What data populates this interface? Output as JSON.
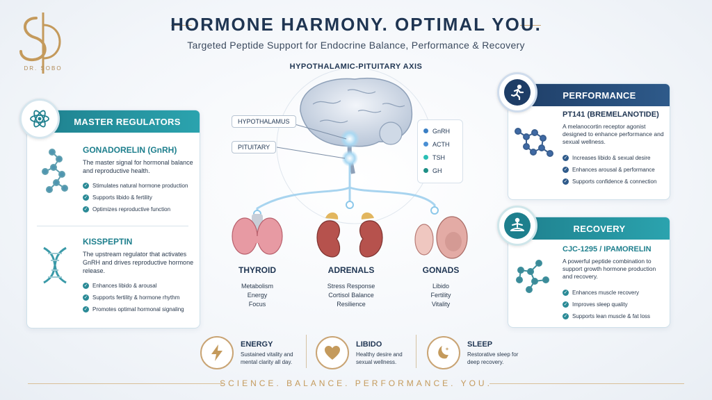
{
  "brand": {
    "name": "DR. SOBO"
  },
  "header": {
    "title": "HORMONE HARMONY. OPTIMAL YOU.",
    "subtitle": "Targeted Peptide Support for Endocrine Balance, Performance & Recovery"
  },
  "axis": {
    "title": "HYPOTHALAMIC-PITUITARY AXIS",
    "labels": {
      "hypothalamus": "HYPOTHALAMUS",
      "pituitary": "PITUITARY"
    },
    "legend": [
      {
        "label": "GnRH",
        "color": "#3b7fc4"
      },
      {
        "label": "ACTH",
        "color": "#4a8fd4"
      },
      {
        "label": "TSH",
        "color": "#2bbfb5"
      },
      {
        "label": "GH",
        "color": "#1e8f86"
      }
    ]
  },
  "organs": [
    {
      "name": "THYROID",
      "details": [
        "Metabolism",
        "Energy",
        "Focus"
      ]
    },
    {
      "name": "ADRENALS",
      "details": [
        "Stress Response",
        "Cortisol Balance",
        "Resilience"
      ]
    },
    {
      "name": "GONADS",
      "details": [
        "Libido",
        "Fertility",
        "Vitality"
      ]
    }
  ],
  "master": {
    "banner": "MASTER REGULATORS",
    "icon": "atom-icon",
    "items": [
      {
        "title": "GONADORELIN (GnRH)",
        "desc": "The master signal for hormonal balance and reproductive health.",
        "bullets": [
          "Stimulates natural hormone production",
          "Supports libido & fertility",
          "Optimizes reproductive function"
        ]
      },
      {
        "title": "KISSPEPTIN",
        "desc": "The upstream regulator that activates GnRH and drives reproductive hormone release.",
        "bullets": [
          "Enhances libido & arousal",
          "Supports fertility & hormone rhythm",
          "Promotes optimal hormonal signaling"
        ]
      }
    ]
  },
  "performance": {
    "banner": "PERFORMANCE",
    "icon": "running-icon",
    "title": "PT141 (BREMELANOTIDE)",
    "desc": "A melanocortin receptor agonist designed to enhance performance and sexual wellness.",
    "bullets": [
      "Increases libido & sexual desire",
      "Enhances arousal & performance",
      "Supports confidence & connection"
    ]
  },
  "recovery": {
    "banner": "RECOVERY",
    "icon": "meditation-icon",
    "title": "CJC-1295 / IPAMORELIN",
    "desc": "A powerful peptide combination to support growth hormone production and recovery.",
    "bullets": [
      "Enhances muscle recovery",
      "Improves sleep quality",
      "Supports lean muscle & fat loss"
    ]
  },
  "benefits": [
    {
      "title": "ENERGY",
      "desc": "Sustained vitality and mental clarity all day.",
      "icon": "lightning-icon"
    },
    {
      "title": "LIBIDO",
      "desc": "Healthy desire and sexual wellness.",
      "icon": "heart-icon"
    },
    {
      "title": "SLEEP",
      "desc": "Restorative sleep for deep recovery.",
      "icon": "moon-icon"
    }
  ],
  "footer": "SCIENCE. BALANCE. PERFORMANCE. YOU.",
  "colors": {
    "navy": "#1f3552",
    "teal": "#1e7f8d",
    "gold": "#c9a474"
  }
}
